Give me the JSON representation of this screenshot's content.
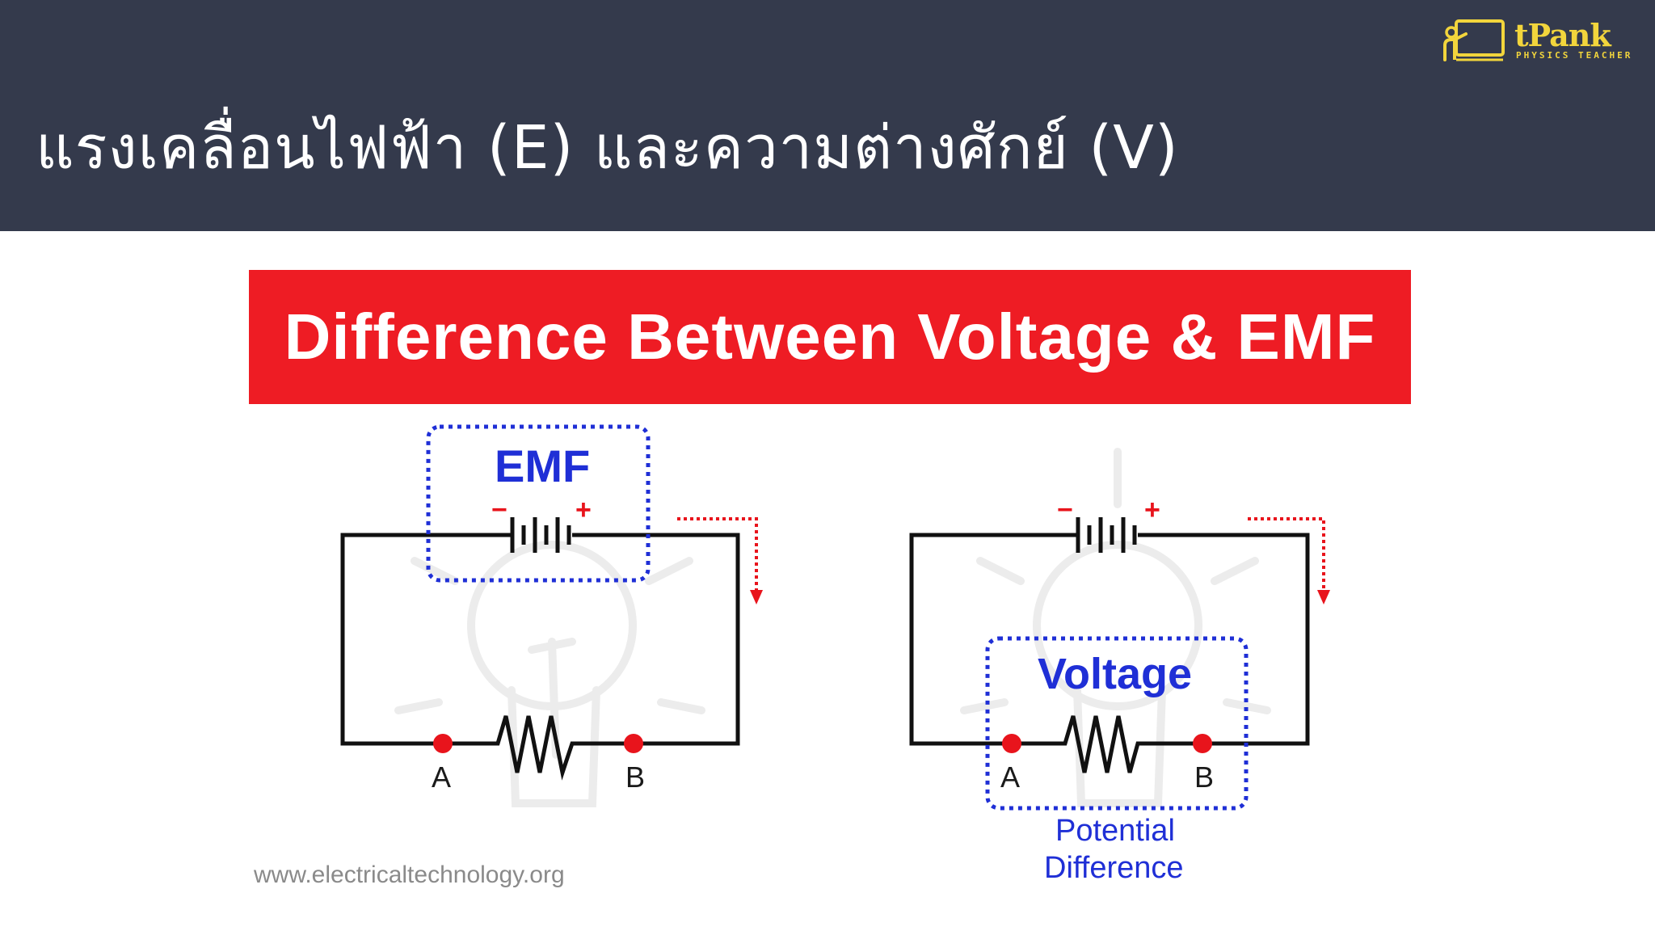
{
  "slide": {
    "title": "แรงเคลื่อนไฟฟ้า (E) และความต่างศักย์ (V)"
  },
  "logo": {
    "name": "tPank",
    "subtitle": "PHYSICS TEACHER",
    "color": "#f2d53c"
  },
  "figure": {
    "banner": "Difference Between Voltage & EMF",
    "banner_color": "#ee1c24",
    "left_circuit": {
      "box_label": "EMF",
      "minus": "−",
      "plus": "+",
      "point_a": "A",
      "point_b": "B"
    },
    "right_circuit": {
      "box_label": "Voltage",
      "minus": "−",
      "plus": "+",
      "point_a": "A",
      "point_b": "B",
      "note_line1": "Potential",
      "note_line2": "Difference"
    },
    "credit": "www.electricaltechnology.org",
    "colors": {
      "label_blue": "#1f2fd6",
      "point_red": "#e8141c",
      "wire": "#111111"
    }
  }
}
